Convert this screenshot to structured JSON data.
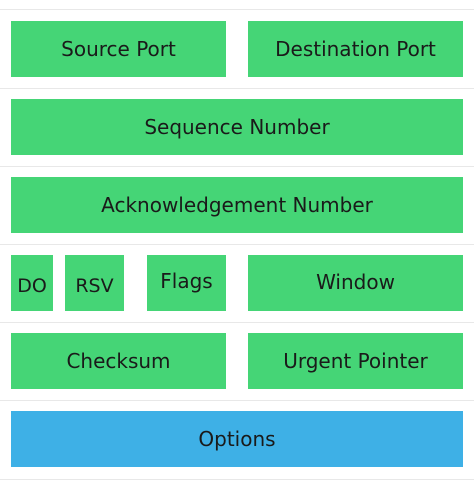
{
  "header": {
    "rows": [
      {
        "fields": [
          {
            "id": "source_port",
            "label": "Source Port"
          },
          {
            "id": "destination_port",
            "label": "Destination Port"
          }
        ]
      },
      {
        "fields": [
          {
            "id": "sequence_number",
            "label": "Sequence Number"
          }
        ]
      },
      {
        "fields": [
          {
            "id": "acknowledgement_number",
            "label": "Acknowledgement Number"
          }
        ]
      },
      {
        "fields": [
          {
            "id": "data_offset",
            "label": "DO"
          },
          {
            "id": "reserved",
            "label": "RSV"
          },
          {
            "id": "flags",
            "label": "Flags"
          },
          {
            "id": "window",
            "label": "Window"
          }
        ]
      },
      {
        "fields": [
          {
            "id": "checksum",
            "label": "Checksum"
          },
          {
            "id": "urgent_pointer",
            "label": "Urgent Pointer"
          }
        ]
      },
      {
        "fields": [
          {
            "id": "options",
            "label": "Options"
          }
        ]
      }
    ]
  },
  "colors": {
    "field_fill": "#45d576",
    "options_fill": "#3eb0e6",
    "text": "#1a1a1a",
    "divider": "#e8e8e8"
  }
}
